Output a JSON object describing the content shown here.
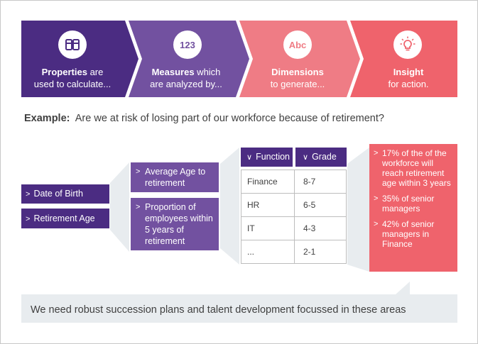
{
  "colors": {
    "step1": "#4b2c82",
    "step2": "#7251a0",
    "step3": "#ef7c85",
    "step4": "#ef636c",
    "connector": "#e8ecef",
    "callout": "#e8ecef"
  },
  "steps": [
    {
      "icon": "layout-icon",
      "bold": "Properties",
      "rest": " are",
      "line2": "used to calculate..."
    },
    {
      "icon": "numbers-icon",
      "icon_text": "123",
      "bold": "Measures",
      "rest": " which",
      "line2": "are analyzed by..."
    },
    {
      "icon": "text-icon",
      "icon_text": "Abc",
      "bold": "Dimensions",
      "rest": "",
      "line2": "to generate..."
    },
    {
      "icon": "lightbulb-icon",
      "bold": "Insight",
      "rest": "",
      "line2": "for action."
    }
  ],
  "example": {
    "label": "Example:",
    "question": "Are we at risk of losing part of our workforce because of retirement?"
  },
  "properties": [
    "Date of Birth",
    "Retirement Age"
  ],
  "measures": [
    "Average Age to retirement",
    "Proportion of employees within 5 years of retirement"
  ],
  "table": {
    "headers": [
      "Function",
      "Grade"
    ],
    "rows": [
      [
        "Finance",
        "8-7"
      ],
      [
        "HR",
        "6-5"
      ],
      [
        "IT",
        "4-3"
      ],
      [
        "...",
        "2-1"
      ]
    ]
  },
  "insights": [
    "17% of the of the workforce will reach retirement age within 3 years",
    "35% of senior managers",
    "42% of senior managers in Finance"
  ],
  "callout": "We need robust succession plans and talent development focussed in these areas"
}
